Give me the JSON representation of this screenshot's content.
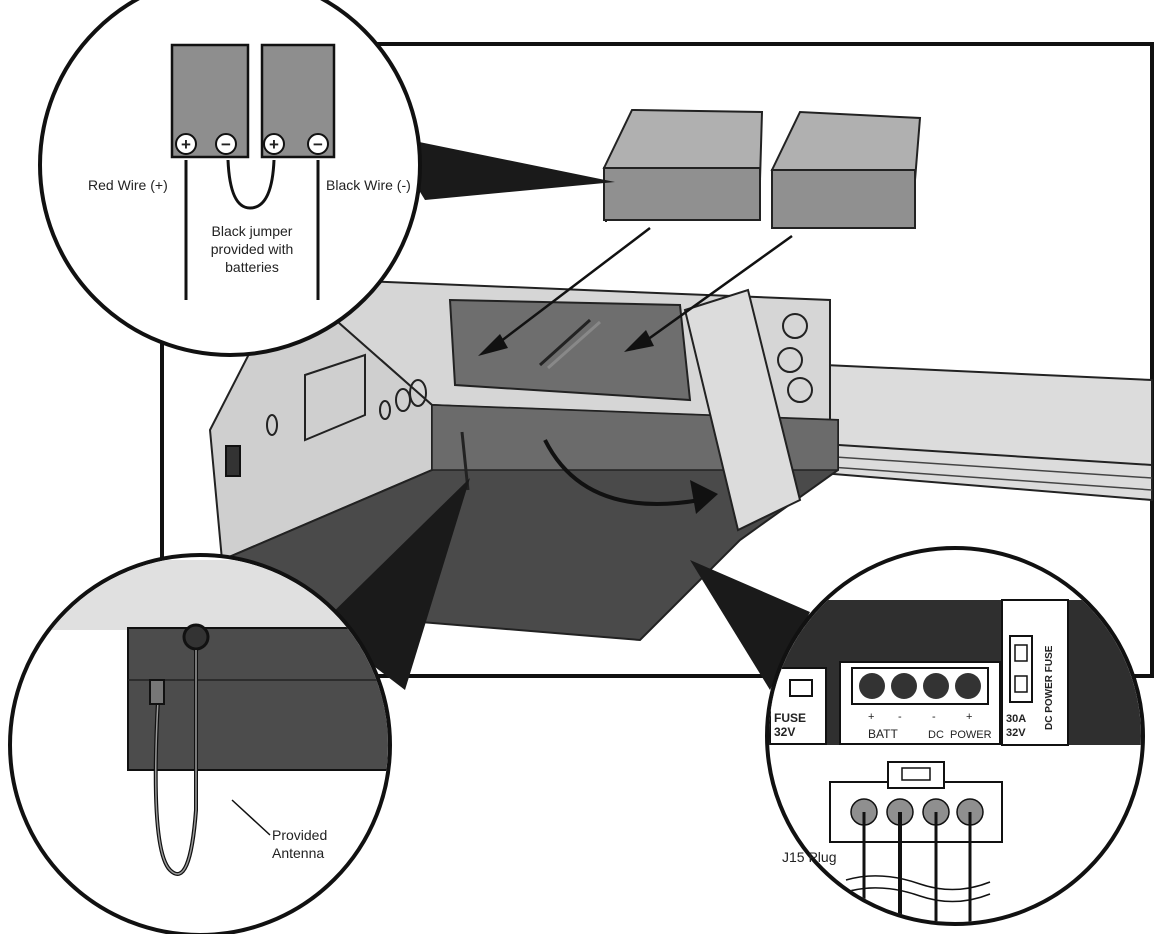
{
  "callout_batteries": {
    "red_wire": "Red Wire (+)",
    "black_wire": "Black Wire (-)",
    "jumper": [
      "Black jumper",
      "provided with",
      "batteries"
    ],
    "plus_symbol": "+",
    "minus_symbol": "−"
  },
  "callout_antenna": {
    "label": [
      "Provided",
      "Antenna"
    ]
  },
  "callout_board": {
    "fuse_left": [
      "FUSE",
      "32V"
    ],
    "batt_label": "BATT",
    "dc_label": "DC",
    "power_label": "POWER",
    "pin_plus": "+",
    "pin_minus": "-",
    "fuse_rating": [
      "30A",
      "32V"
    ],
    "dc_power_fuse": "DC POWER FUSE",
    "plug_label": "J15 Plug"
  },
  "colors": {
    "outline": "#1a1a1a",
    "dark_fill": "#555555",
    "mid_fill": "#8a8a8a",
    "light_fill": "#d8d8d8",
    "battery_fill": "#9a9a9a"
  }
}
